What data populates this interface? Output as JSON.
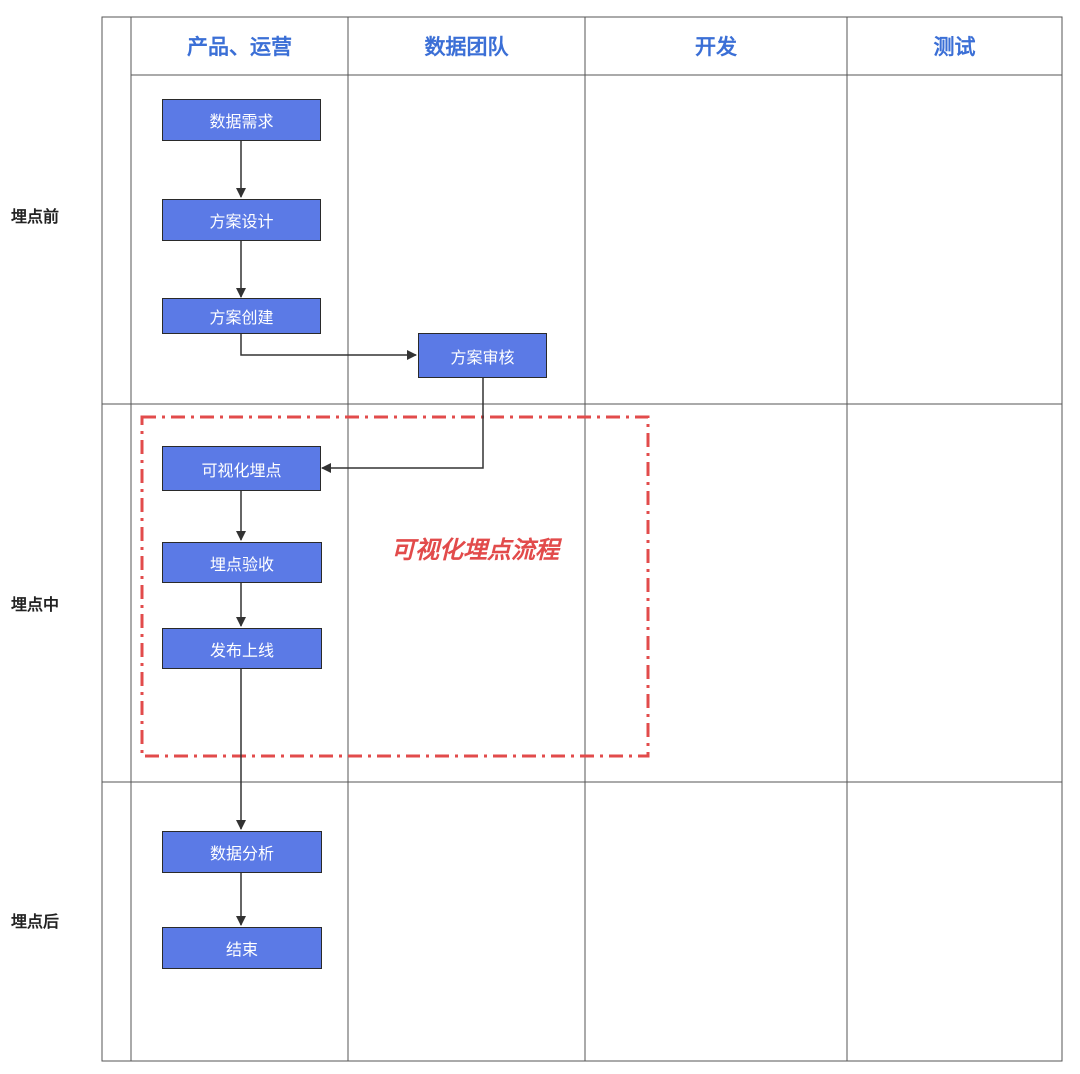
{
  "lanes": [
    "产品、运营",
    "数据团队",
    "开发",
    "测试"
  ],
  "phases": [
    "埋点前",
    "埋点中",
    "埋点后"
  ],
  "nodes": {
    "data_requirement": "数据需求",
    "plan_design": "方案设计",
    "plan_create": "方案创建",
    "plan_review": "方案审核",
    "visual_tracking": "可视化埋点",
    "tracking_acceptance": "埋点验收",
    "release_online": "发布上线",
    "data_analysis": "数据分析",
    "end": "结束"
  },
  "highlight_region": {
    "label": "可视化埋点流程",
    "color": "#e24b4b"
  },
  "colors": {
    "node_fill": "#5b7ae6",
    "lane_header_text": "#3b6fd6",
    "grid_line": "#555555",
    "arrow": "#333333"
  }
}
